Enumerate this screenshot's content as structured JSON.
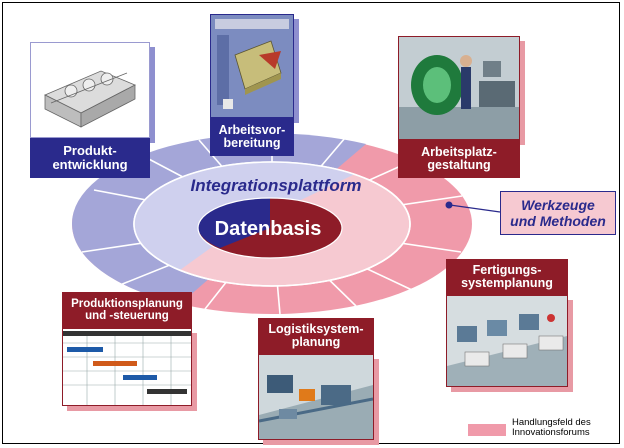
{
  "ring": {
    "platform_label": "Integrationsplattform",
    "core_label": "Datenbasis"
  },
  "nodes": {
    "produktentwicklung": "Produkt-\nentwicklung",
    "arbeitsvorbereitung": "Arbeitsvor-\nbereitung",
    "arbeitsplatzgestaltung": "Arbeitsplatz-\ngestaltung",
    "fertigungssystemplanung": "Fertigungs-\nsystemplanung",
    "logistiksystemplanung": "Logistiksystem-\nplanung",
    "produktionsplanung": "Produktionsplanung\nund -steuerung"
  },
  "callout": {
    "label": "Werkzeuge\nund Methoden"
  },
  "legend": {
    "label": "Handlungsfeld des\nInnovationsforums"
  },
  "colors": {
    "blue_dark": "#2a2a8c",
    "blue_mid": "#a4a6d8",
    "blue_light": "#cfd0ee",
    "red_dark": "#8e1c28",
    "pink_mid": "#f09aaa",
    "pink_light": "#f6c9d1"
  }
}
